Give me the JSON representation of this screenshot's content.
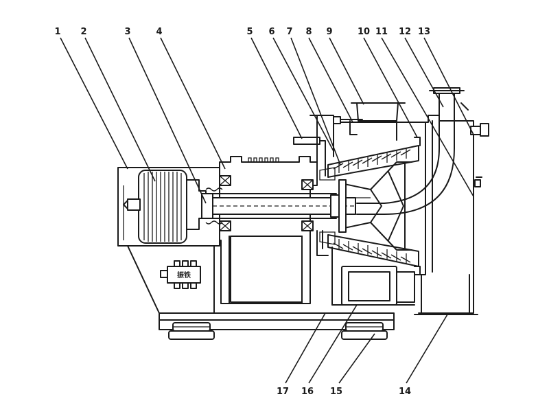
{
  "callouts": {
    "top": [
      "1",
      "2",
      "3",
      "4",
      "5",
      "6",
      "7",
      "8",
      "9",
      "10",
      "11",
      "12",
      "13"
    ],
    "bottom": [
      "17",
      "16",
      "15",
      "14"
    ]
  },
  "badge_text": "振铁",
  "colors": {
    "line": "#1a1a1a",
    "background": "#ffffff"
  }
}
